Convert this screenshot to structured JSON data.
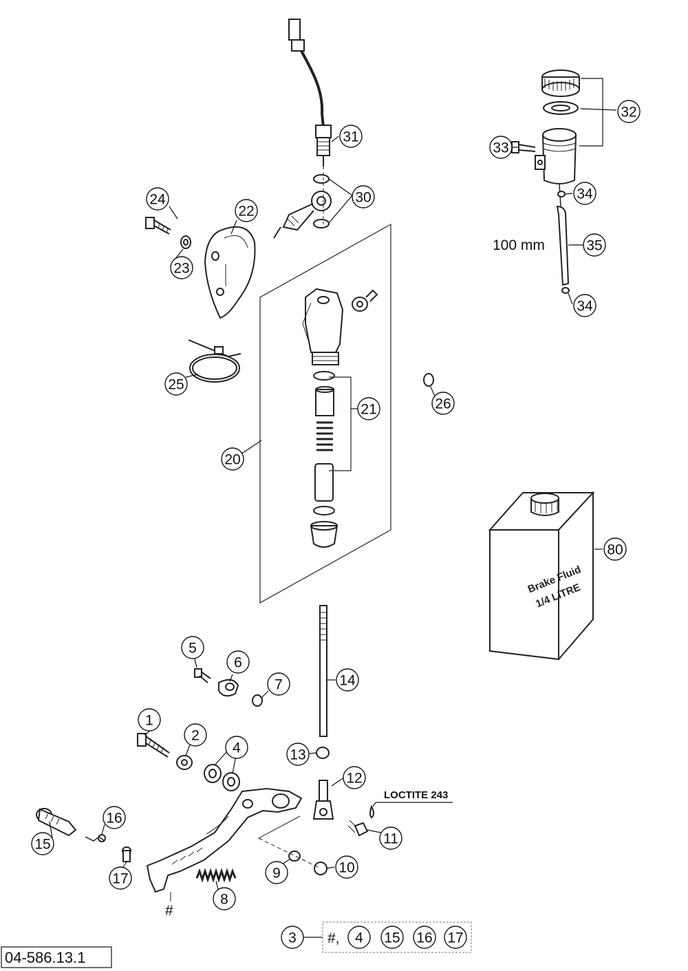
{
  "diagram": {
    "reference_number": "04-586.13.1",
    "dimension_label": "100 mm",
    "adhesive_label": "LOCTITE 243",
    "can_label_line1": "Brake Fluid",
    "can_label_line2": "1/4 LITRE",
    "pedal_hash": "#",
    "kit_box": {
      "part": "3",
      "hash_label": "#,",
      "contents": [
        "4",
        "15",
        "16",
        "17"
      ]
    },
    "callouts": {
      "p1": "1",
      "p2": "2",
      "p4": "4",
      "p5": "5",
      "p6": "6",
      "p7": "7",
      "p8": "8",
      "p9": "9",
      "p10": "10",
      "p11": "11",
      "p12": "12",
      "p13": "13",
      "p14": "14",
      "p15": "15",
      "p16": "16",
      "p17": "17",
      "p20": "20",
      "p21": "21",
      "p22": "22",
      "p23": "23",
      "p24": "24",
      "p25": "25",
      "p26": "26",
      "p30": "30",
      "p31": "31",
      "p32": "32",
      "p33": "33",
      "p34a": "34",
      "p34b": "34",
      "p35": "35",
      "p80": "80"
    }
  }
}
